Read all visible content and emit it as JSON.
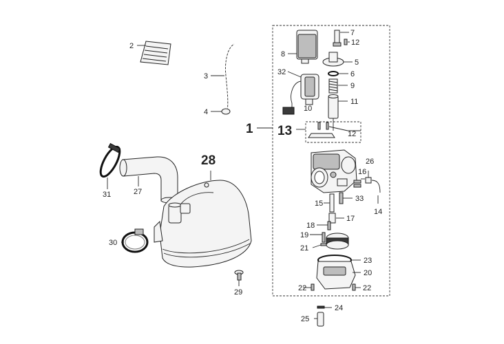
{
  "callouts": {
    "c1": "1",
    "c2": "2",
    "c3": "3",
    "c4": "4",
    "c5": "5",
    "c6": "6",
    "c7": "7",
    "c8": "8",
    "c9": "9",
    "c10": "10",
    "c11": "11",
    "c12a": "12",
    "c12b": "12",
    "c13": "13",
    "c14": "14",
    "c15": "15",
    "c16": "16",
    "c17": "17",
    "c18": "18",
    "c19": "19",
    "c20": "20",
    "c21": "21",
    "c22a": "22",
    "c22b": "22",
    "c23": "23",
    "c24": "24",
    "c25": "25",
    "c26": "26",
    "c27": "27",
    "c28": "28",
    "c29": "29",
    "c30": "30",
    "c31": "31",
    "c32": "32",
    "c33": "33"
  }
}
